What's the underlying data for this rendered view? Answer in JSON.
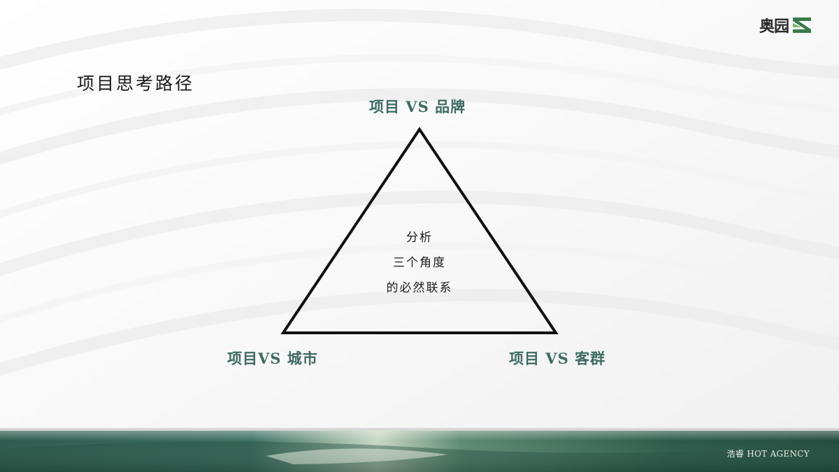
{
  "logo": {
    "text": "奥园",
    "icon": "aoyuan-z-logo-icon"
  },
  "page_title": "项目思考路径",
  "diagram": {
    "top_label": "项目 VS 品牌",
    "left_label": "项目VS 城市",
    "right_label": "项目 VS 客群",
    "center_lines": [
      "分析",
      "三个角度",
      "的必然联系"
    ]
  },
  "footer": {
    "brand": "浩睿 HOT AGENCY"
  },
  "colors": {
    "accent": "#3c6b60",
    "footer_green": "#2f5f4f"
  }
}
